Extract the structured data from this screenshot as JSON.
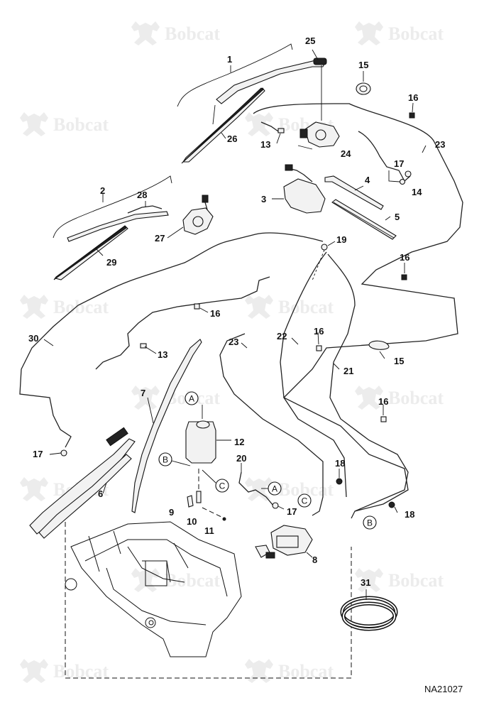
{
  "watermark": {
    "text": "Bobcat"
  },
  "figure_id": "NA21027",
  "callouts": [
    "1",
    "2",
    "3",
    "4",
    "5",
    "6",
    "7",
    "8",
    "9",
    "10",
    "11",
    "12",
    "13",
    "13",
    "14",
    "15",
    "15",
    "16",
    "16",
    "16",
    "16",
    "16",
    "17",
    "17",
    "17",
    "18",
    "18",
    "19",
    "20",
    "21",
    "22",
    "23",
    "23",
    "24",
    "25",
    "26",
    "27",
    "28",
    "29",
    "30",
    "31"
  ],
  "connectors": [
    "A",
    "A",
    "B",
    "B",
    "C",
    "C"
  ]
}
